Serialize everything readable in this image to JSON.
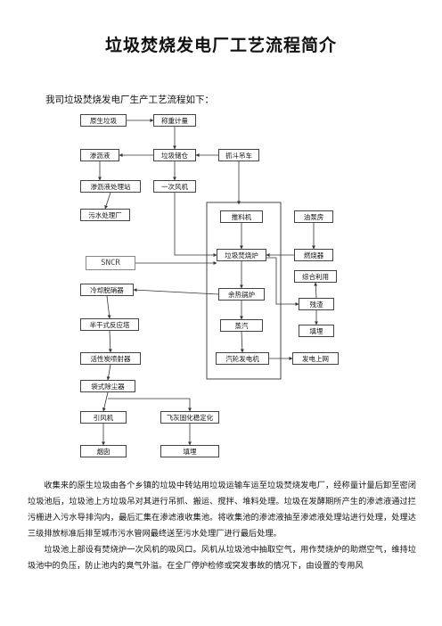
{
  "doc": {
    "title": "垃圾焚烧发电厂工艺流程简介",
    "intro": "我司垃圾焚烧发电厂生产工艺流程如下：",
    "paragraphs": [
      "收集来的原生垃圾由各个乡镇的垃圾中转站用垃圾运输车运至垃圾焚烧发电厂，经称量计量后卸至密闭垃圾池后，垃圾池上方垃圾吊对其进行吊抓、搬运、搅拌、堆料处理。垃圾在发酵期所产生的渗滤液通过拦污栅进入污水导排沟内，最后汇集在渗滤液收集池。将收集池的渗滤液抽至渗滤液处理站进行处理，处理达三级排放标准后排至城市污水管网最终送至污水处理厂进行最后处理。",
      "垃圾池上部设有焚烧炉一次风机的吸风口。风机从垃圾池中抽取空气，用作焚烧炉的助燃空气，维持垃圾池中的负压，防止池内的臭气外溢。在全厂停炉检修或突发事故的情况下，由设置的专用风"
    ]
  },
  "flow": {
    "nodes": [
      {
        "id": "raw",
        "label": "原生垃圾"
      },
      {
        "id": "weigh",
        "label": "称重计量"
      },
      {
        "id": "leach",
        "label": "渗沥液"
      },
      {
        "id": "bunker",
        "label": "垃圾储仓"
      },
      {
        "id": "crane",
        "label": "抓斗吊车"
      },
      {
        "id": "leachstation",
        "label": "渗沥液处理站"
      },
      {
        "id": "fan",
        "label": "一次风机"
      },
      {
        "id": "sewage",
        "label": "污水处理厂"
      },
      {
        "id": "feeder",
        "label": "推料机"
      },
      {
        "id": "oilpump",
        "label": "油泵房"
      },
      {
        "id": "incinerator",
        "label": "垃圾焚烧炉"
      },
      {
        "id": "burner",
        "label": "燃烧器"
      },
      {
        "id": "sncr",
        "label": "SNCR"
      },
      {
        "id": "quench",
        "label": "冷却脱硝器"
      },
      {
        "id": "boiler",
        "label": "余热锅炉"
      },
      {
        "id": "reuse",
        "label": "综合利用"
      },
      {
        "id": "slag",
        "label": "残渣"
      },
      {
        "id": "semidry",
        "label": "半干式反应塔"
      },
      {
        "id": "steam",
        "label": "蒸汽"
      },
      {
        "id": "landfill",
        "label": "填埋"
      },
      {
        "id": "carbon",
        "label": "活性炭喷射器"
      },
      {
        "id": "turbine",
        "label": "汽轮发电机"
      },
      {
        "id": "grid",
        "label": "发电上网"
      },
      {
        "id": "baghouse",
        "label": "袋式除尘器"
      },
      {
        "id": "idfan",
        "label": "引风机"
      },
      {
        "id": "flyash",
        "label": "飞灰固化稳定化"
      },
      {
        "id": "chimney",
        "label": "烟囱"
      },
      {
        "id": "landfill2",
        "label": "填埋"
      }
    ]
  }
}
